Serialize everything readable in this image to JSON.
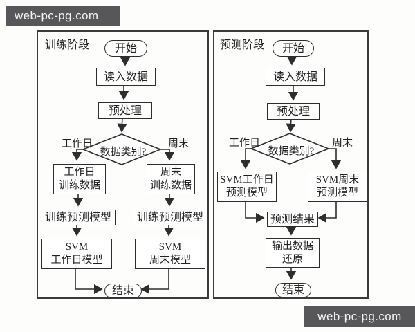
{
  "watermark": {
    "top": "web-pc-pg.com",
    "bottom": "web-pc-pg.com"
  },
  "colors": {
    "badge_bg": "#57575a",
    "badge_text": "#f3f3f3",
    "line": "#2d2d2d",
    "panel_border": "#3b3b3b",
    "node_bg": "#ffffff"
  },
  "training": {
    "title": "训练阶段",
    "start": "开始",
    "read_data": "读入数据",
    "preprocess": "预处理",
    "decision": "数据类别?",
    "branch_workday": "工作日",
    "branch_weekend": "周末",
    "workday_data": [
      "工作日",
      "训练数据"
    ],
    "weekend_data": [
      "周末",
      "训练数据"
    ],
    "train_model_workday": "训练预测模型",
    "train_model_weekend": "训练预测模型",
    "svm_workday": [
      "SVM",
      "工作日模型"
    ],
    "svm_weekend": [
      "SVM",
      "周末模型"
    ],
    "end": "结束"
  },
  "prediction": {
    "title": "预测阶段",
    "start": "开始",
    "read_data": "读入数据",
    "preprocess": "预处理",
    "decision": "数据类别?",
    "branch_workday": "工作日",
    "branch_weekend": "周末",
    "svm_workday_model": [
      "SVM工作日",
      "预测模型"
    ],
    "svm_weekend_model": [
      "SVM周末",
      "预测模型"
    ],
    "result": "预测结果",
    "output_restore": [
      "输出数据",
      "还原"
    ],
    "end": "结束"
  }
}
